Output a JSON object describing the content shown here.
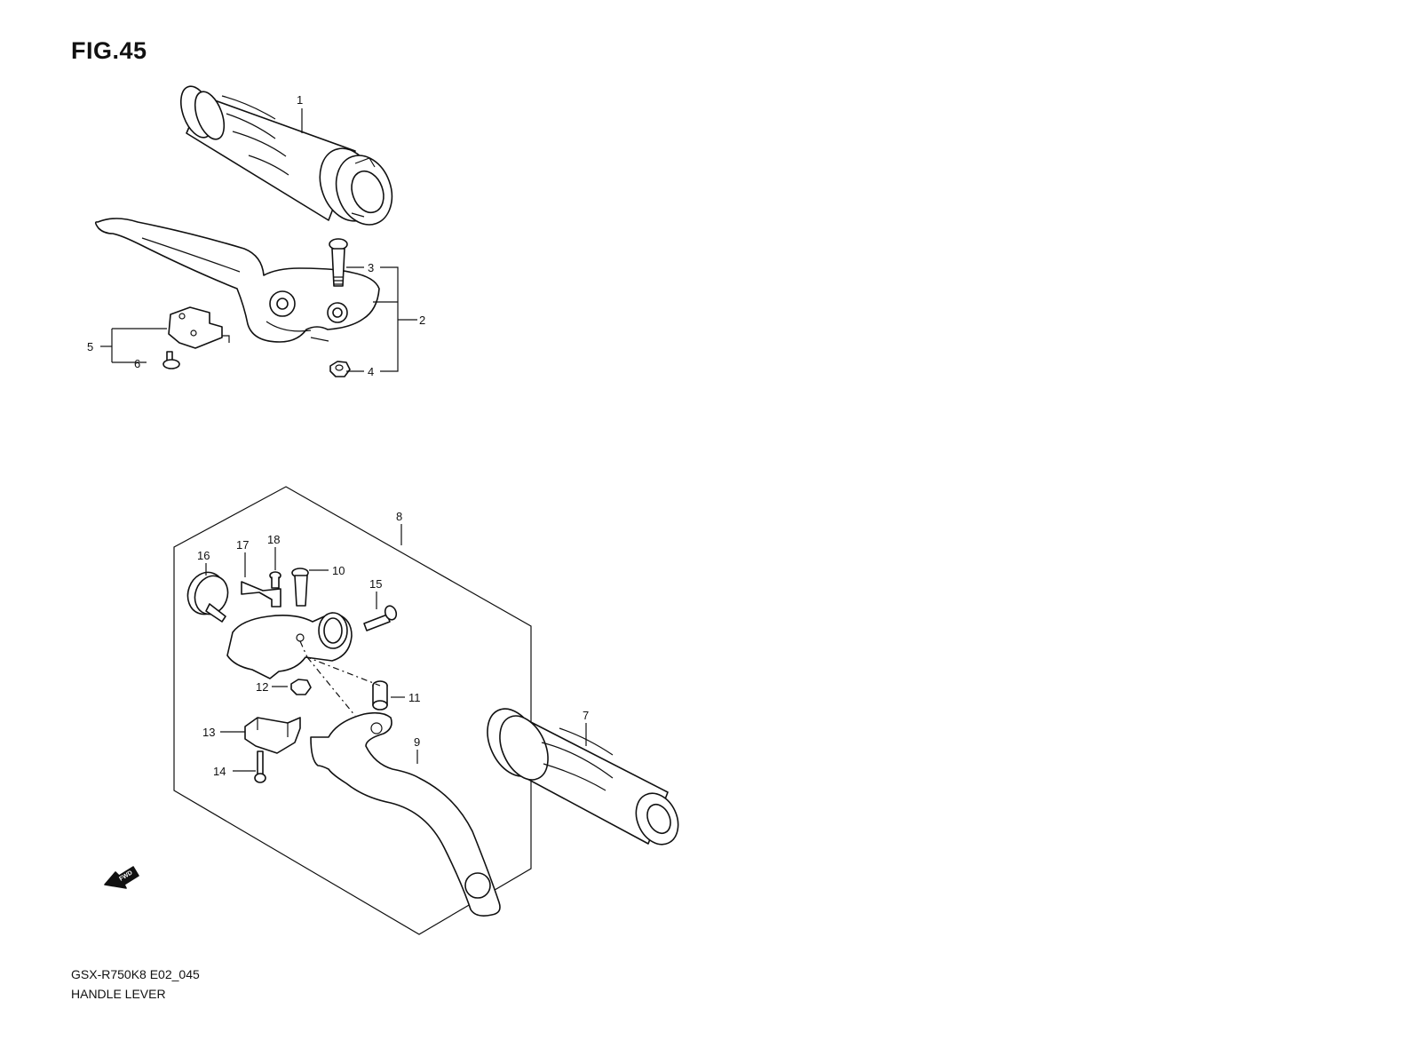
{
  "figure": {
    "title": "FIG.45",
    "model_code": "GSX-R750K8 E02_045",
    "name": "HANDLE LEVER",
    "direction_label": "FWD"
  },
  "callouts": [
    "1",
    "2",
    "3",
    "4",
    "5",
    "6",
    "7",
    "8",
    "9",
    "10",
    "11",
    "12",
    "13",
    "14",
    "15",
    "16",
    "17",
    "18"
  ]
}
